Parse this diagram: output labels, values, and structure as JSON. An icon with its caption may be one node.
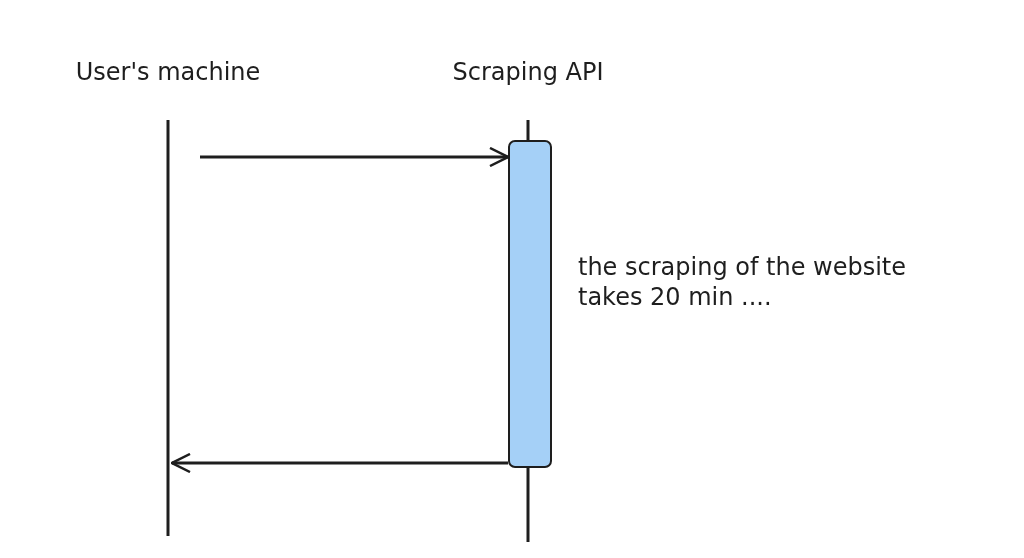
{
  "diagram": {
    "nodes": [
      {
        "text": [
          "User's machine"
        ]
      },
      {
        "text": [
          "Scraping API"
        ]
      },
      {
        "text": [],
        "shape": "bar",
        "in": 1
      }
    ],
    "edges": [
      {
        "from": 0,
        "to": 2,
        "arrow": "to"
      },
      {
        "from": 2,
        "to": 0,
        "arrow": "to"
      }
    ],
    "labels": [
      "the scraping of the website takes 20 min ...."
    ]
  }
}
